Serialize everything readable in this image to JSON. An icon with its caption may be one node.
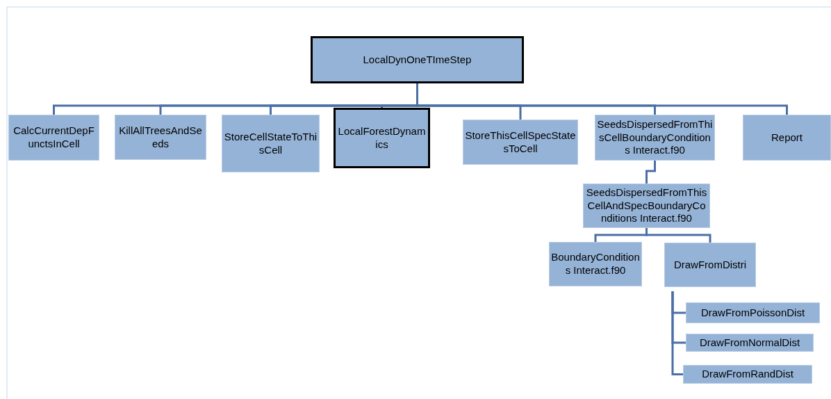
{
  "diagram": {
    "nodes": [
      {
        "text": [
          "LocalDynOneTImeStep"
        ]
      },
      {
        "text": [
          "CalcCurrentDepFunctsInCell"
        ]
      },
      {
        "text": [
          "KillAllTreesAndSeeds"
        ]
      },
      {
        "text": [
          "StoreCellStateToThisCell"
        ]
      },
      {
        "text": [
          "LocalForestDynamics"
        ]
      },
      {
        "text": [
          "StoreThisCellSpecStatesToCell"
        ]
      },
      {
        "text": [
          "SeedsDispersedFromThisCellBoundaryConditions Interact.f90"
        ]
      },
      {
        "text": [
          "Report"
        ]
      },
      {
        "text": [
          "SeedsDispersedFromThisCellAndSpecBoundaryConditions Interact.f90"
        ]
      },
      {
        "text": [
          "BoundaryConditions Interact.f90"
        ]
      },
      {
        "text": [
          "DrawFromDistri"
        ]
      },
      {
        "text": [
          "DrawFromPoissonDist"
        ]
      },
      {
        "text": [
          "DrawFromNormalDist"
        ]
      },
      {
        "text": [
          "DrawFromRandDist"
        ]
      }
    ],
    "edges": [
      {
        "from": 0,
        "to": 1,
        "arrow": "none"
      },
      {
        "from": 0,
        "to": 2,
        "arrow": "none"
      },
      {
        "from": 0,
        "to": 3,
        "arrow": "none"
      },
      {
        "from": 0,
        "to": 4,
        "arrow": "none"
      },
      {
        "from": 0,
        "to": 5,
        "arrow": "none"
      },
      {
        "from": 0,
        "to": 6,
        "arrow": "none"
      },
      {
        "from": 0,
        "to": 7,
        "arrow": "none"
      },
      {
        "from": 6,
        "to": 8,
        "arrow": "none"
      },
      {
        "from": 8,
        "to": 9,
        "arrow": "none"
      },
      {
        "from": 8,
        "to": 10,
        "arrow": "none"
      },
      {
        "from": 10,
        "to": 11,
        "arrow": "none"
      },
      {
        "from": 10,
        "to": 12,
        "arrow": "none"
      },
      {
        "from": 10,
        "to": 13,
        "arrow": "none"
      }
    ]
  }
}
